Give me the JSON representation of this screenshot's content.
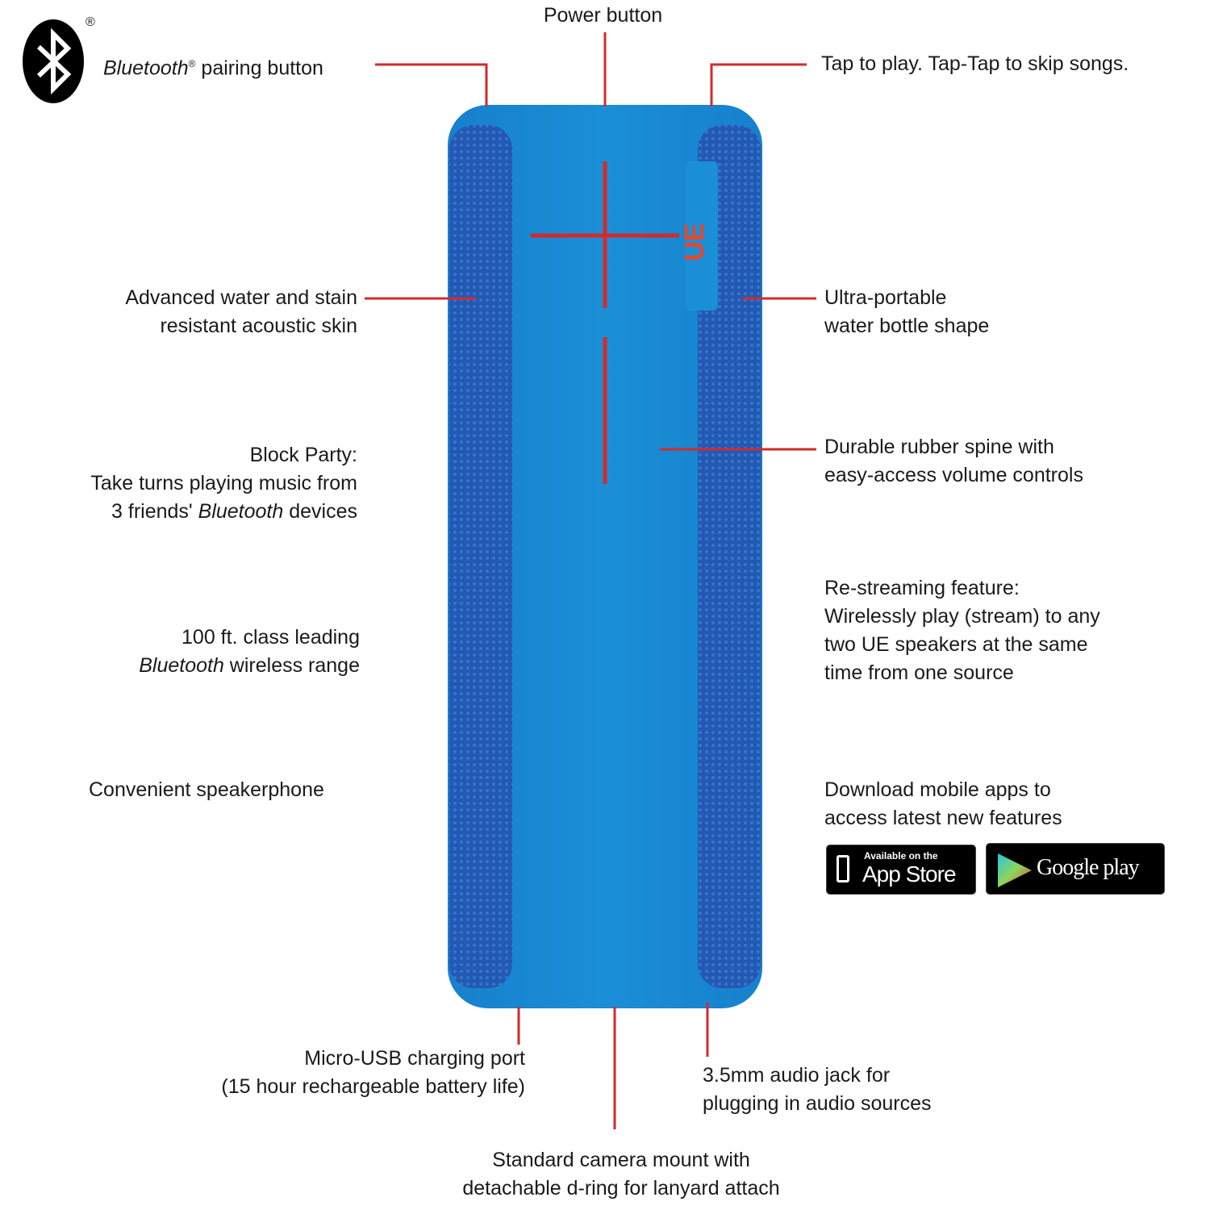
{
  "colors": {
    "callout": "#d42a2a",
    "body": "#1a8fd6",
    "fabric": "#2259b5",
    "logo": "#e8452a"
  },
  "brand_logo": "UE",
  "bluetooth_mark": "®",
  "callouts": {
    "power": "Power button",
    "bluetooth_pairing": {
      "italic": "Bluetooth",
      "sup": "®",
      "rest": " pairing button"
    },
    "tap_play": "Tap to play. Tap-Tap to skip songs.",
    "skin": [
      "Advanced water and stain",
      "resistant acoustic skin"
    ],
    "portable": [
      "Ultra-portable",
      "water bottle shape"
    ],
    "block_party": {
      "line1": "Block Party:",
      "line2": "Take turns playing music from",
      "line3_pre": "3 friends' ",
      "line3_italic": "Bluetooth",
      "line3_post": " devices"
    },
    "spine": [
      "Durable rubber spine with",
      "easy-access volume controls"
    ],
    "range": {
      "line1": "100 ft. class leading",
      "line2_italic": "Bluetooth",
      "line2_post": " wireless range"
    },
    "restream": [
      "Re-streaming feature:",
      "Wirelessly play (stream) to any",
      "two UE speakers at the same",
      "time from one source"
    ],
    "speakerphone": "Convenient speakerphone",
    "apps": [
      "Download mobile apps to",
      "access latest new features"
    ],
    "usb": [
      "Micro-USB charging port",
      "(15 hour rechargeable battery life)"
    ],
    "audio_jack": [
      "3.5mm audio jack for",
      "plugging in audio sources"
    ],
    "camera_mount": [
      "Standard camera mount with",
      "detachable d-ring for lanyard attach"
    ]
  },
  "badges": {
    "app_store_small": "Available on the",
    "app_store": "App Store",
    "google_play": "Google play"
  }
}
